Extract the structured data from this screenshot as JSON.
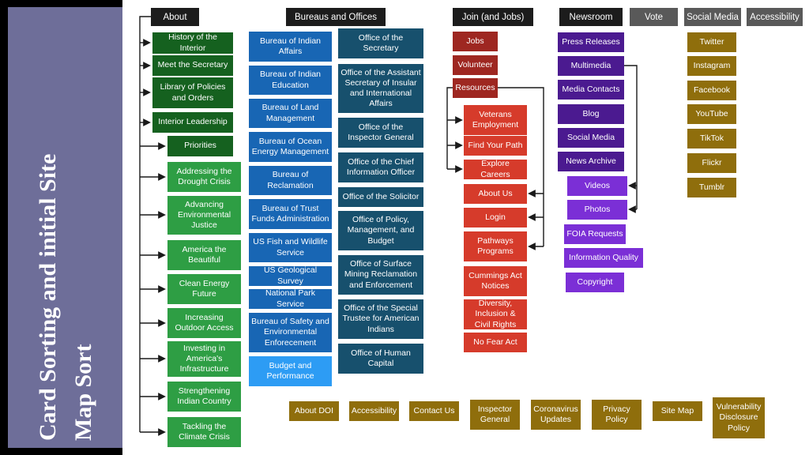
{
  "sidebar": {
    "title_line1": "Card Sorting and initial Site",
    "title_line2": "Map Sort"
  },
  "headers": {
    "about": "About",
    "bureaus": "Bureaus and Offices",
    "join": "Join (and Jobs)",
    "newsroom": "Newsroom",
    "vote": "Vote",
    "social_media": "Social Media",
    "accessibility": "Accessibility"
  },
  "about": [
    "History of the Interior",
    "Meet the Secretary",
    "Library of Policies and Orders",
    "Interior Leadership",
    "Priorities",
    "Addressing the Drought Crisis",
    "Advancing Environmental Justice",
    "America the Beautiful",
    "Clean Energy Future",
    "Increasing Outdoor Access",
    "Investing in America's Infrastructure",
    "Strengthening Indian Country",
    "Tackling the Climate Crisis"
  ],
  "bureaus": [
    "Bureau of Indian Affairs",
    "Bureau of Indian Education",
    "Bureau of Land Management",
    "Bureau of Ocean Energy Management",
    "Bureau of Reclamation",
    "Bureau of Trust Funds Administration",
    "US Fish and Wildlife Service",
    "US Geological Survey",
    "National Park Service",
    "Bureau of Safety and Environmental Enforecement",
    "Budget and Performance"
  ],
  "offices": [
    "Office of the Secretary",
    "Office of the Assistant Secretary of Insular and International Affairs",
    "Office of the Inspector General",
    "Office of the Chief Information Officer",
    "Office of the Solicitor",
    "Office of Policy, Management, and Budget",
    "Office of Surface Mining Reclamation and Enforcement",
    "Office of the Special Trustee for American Indians",
    "Office of Human Capital"
  ],
  "join": [
    "Jobs",
    "Volunteer",
    "Resources",
    "Veterans Employment",
    "Find Your Path",
    "Explore Careers",
    "About Us",
    "Login",
    "Pathways Programs",
    "Cummings Act Notices",
    "Diversity, Inclusion & Civil Rights",
    "No Fear Act"
  ],
  "newsroom": [
    "Press Releases",
    "Multimedia",
    "Media Contacts",
    "Blog",
    "Social Media",
    "News Archive",
    "Videos",
    "Photos",
    "FOIA Requests",
    "Information Quality",
    "Copyright"
  ],
  "social_media": [
    "Twitter",
    "Instagram",
    "Facebook",
    "YouTube",
    "TikTok",
    "Flickr",
    "Tumblr"
  ],
  "footer": [
    "About DOI",
    "Accessibility",
    "Contact Us",
    "Inspector General",
    "Coronavirus Updates",
    "Privacy Policy",
    "Site Map",
    "Vulnerability Disclosure Policy"
  ],
  "colors": {
    "sidebar": "#6e6e99",
    "header_dark": "#1c1c1c",
    "header_gray": "#595959",
    "green_dark": "#15611f",
    "green_light": "#2e9e44",
    "blue": "#1866b4",
    "blue_light": "#2d9cf4",
    "navy_teal": "#17506d",
    "red_dark": "#9e2721",
    "red": "#d63b2b",
    "purple_dark": "#4b1a90",
    "purple_light": "#7b2fd6",
    "gold": "#8f6e0c"
  }
}
